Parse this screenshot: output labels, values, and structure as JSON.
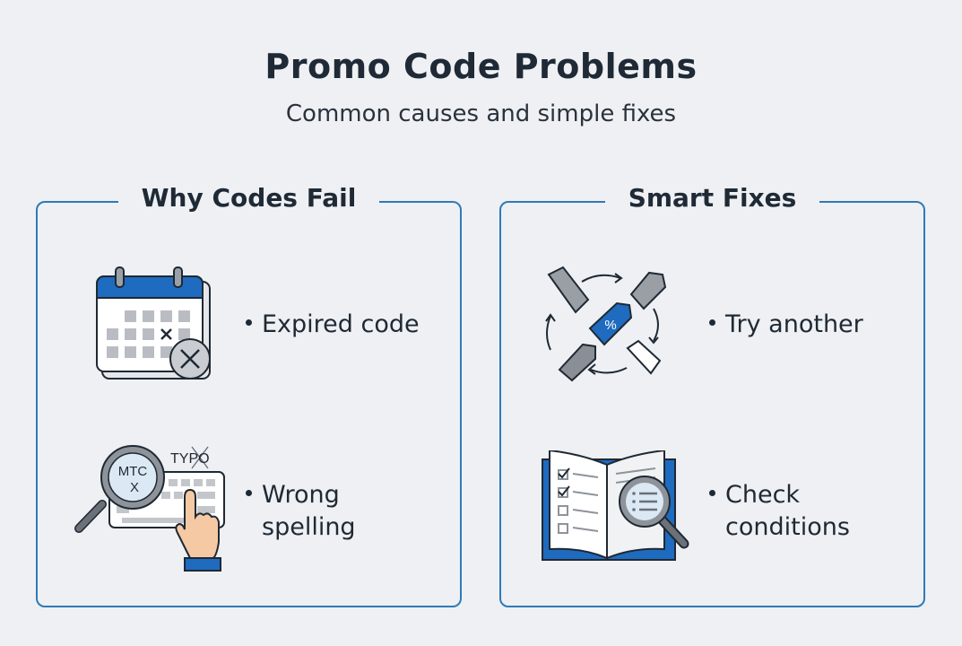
{
  "header": {
    "title": "Promo Code Problems",
    "subtitle": "Common causes and simple fixes"
  },
  "left_panel": {
    "heading": "Why Codes Fail",
    "items": [
      {
        "icon": "expired-calendar-icon",
        "label_lines": [
          "Expired code"
        ]
      },
      {
        "icon": "typo-keyboard-icon",
        "label_lines": [
          "Wrong",
          "spelling"
        ],
        "icon_text": {
          "magnifier": "MTC",
          "magnifier_mark": "X",
          "typo": "TYPO"
        }
      }
    ]
  },
  "right_panel": {
    "heading": "Smart Fixes",
    "items": [
      {
        "icon": "rotating-tags-icon",
        "label_lines": [
          "Try another"
        ],
        "icon_text": {
          "tag": "%"
        }
      },
      {
        "icon": "book-magnifier-icon",
        "label_lines": [
          "Check",
          "conditions"
        ]
      }
    ]
  },
  "colors": {
    "accent": "#2f7ab5",
    "icon_blue": "#1e6bbf",
    "background": "#eef0f4",
    "text": "#1f2933"
  }
}
